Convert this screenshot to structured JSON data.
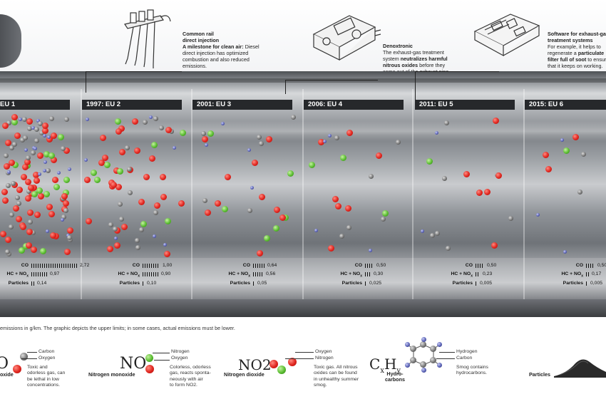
{
  "callouts": {
    "common_rail": {
      "title_line1": "Common rail",
      "title_line2": "direct injection",
      "bold": "A milestone for clean air:",
      "line1": " Diesel",
      "line2": "direct injection has optimized",
      "line3": "combustion and also reduced",
      "line4": "emissions."
    },
    "denoxtronic": {
      "title": "Denoxtronic",
      "line1": "The exhaust-gas treatment",
      "line2_pre": "system ",
      "line2_bold": "neutralizes harmful",
      "line3_bold": "nitrous oxides",
      "line3_post": " before they",
      "line4": "come out of the exhaust pipe."
    },
    "software": {
      "title_line1": "Software for exhaust-gas",
      "title_line2": "treatment systems",
      "line1": "For example, it helps to",
      "line2_pre": "regenerate a ",
      "line2_bold": "particulate",
      "line3_bold": "filter full of soot",
      "line3_post": " to ensure",
      "line4": "that it keeps on working."
    }
  },
  "norms": [
    {
      "label": "EU 1",
      "co": "2,72",
      "hcnox": "0,97",
      "particles": "0,14"
    },
    {
      "label": "1997: EU 2",
      "co": "1,00",
      "hcnox": "0,90",
      "particles": "0,10"
    },
    {
      "label": "2001: EU 3",
      "co": "0,64",
      "hcnox": "0,56",
      "particles": "0,05"
    },
    {
      "label": "2006: EU 4",
      "co": "0,50",
      "hcnox": "0,30",
      "particles": "0,025"
    },
    {
      "label": "2011: EU 5",
      "co": "0,50",
      "hcnox": "0,23",
      "particles": "0,005"
    },
    {
      "label": "2015: EU 6",
      "co": "0,50",
      "hcnox": "0,17",
      "particles": "0,005"
    }
  ],
  "emission_labels": {
    "co": "CO",
    "hcnox": "HC + NO",
    "nox_sub": "x",
    "particles": "Particles"
  },
  "footnote": "emissions in g/km. The graphic depicts the upper limits; in some cases, actual emissions must be lower.",
  "legend": {
    "co": {
      "formula": "O",
      "name": "oxide",
      "atom1": "Carbon",
      "atom2": "Oxygen",
      "desc1": "Toxic and",
      "desc2": "odorless gas, can",
      "desc3": "be lethal in low",
      "desc4": "concentrations."
    },
    "no": {
      "formula": "NO",
      "name": "Nitrogen monoxide",
      "atom1": "Nitrogen",
      "atom2": "Oxygen",
      "desc1": "Colorless, odorless",
      "desc2": "gas, reacts sponta-",
      "desc3": "neously with air",
      "desc4": "to form NO2."
    },
    "no2": {
      "formula": "NO2",
      "name": "Nitrogen dioxide",
      "atom1": "Oxygen",
      "atom2": "Nitrogen",
      "desc1": "Toxic gas. All nitrous",
      "desc2": "oxides can be found",
      "desc3": "in unhealthy summer",
      "desc4": "smog."
    },
    "hc": {
      "formula_c": "C",
      "formula_x": "x",
      "formula_h": "H",
      "formula_y": "y",
      "name1": "Hydro-",
      "name2": "carbons",
      "atom1": "Hydrogen",
      "atom2": "Carbon",
      "desc1": "Smog contains",
      "desc2": "hydrocarbons."
    },
    "particles": {
      "name": "Particles"
    }
  },
  "colors": {
    "oxygen": "#e0261f",
    "nitrogen": "#5bbd32",
    "carbon": "#777777",
    "hydrogen": "#5a62b5",
    "bar": "#26282b"
  }
}
